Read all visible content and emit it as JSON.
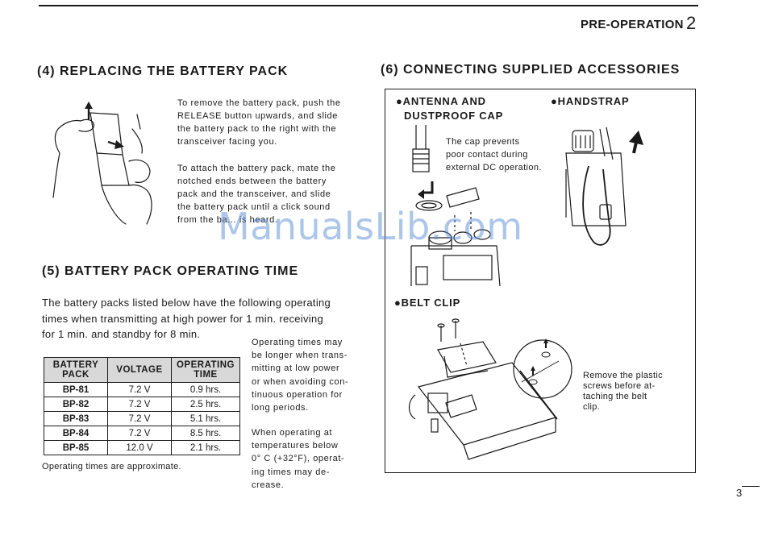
{
  "header": {
    "section_label": "PRE-OPERATION",
    "section_number": "2"
  },
  "section4": {
    "title": "(4) REPLACING THE BATTERY PACK",
    "para1": [
      "To remove the battery pack, push the",
      "RELEASE button upwards, and slide",
      "the battery pack to the right with the",
      "transceiver facing you."
    ],
    "para2": [
      "To attach the battery pack, mate the",
      "notched ends between the battery",
      "pack and the transceiver, and slide",
      "the battery pack until a click sound",
      "from the ba... is heard."
    ]
  },
  "section5": {
    "title": "(5) BATTERY PACK OPERATING TIME",
    "intro": [
      "The battery packs listed below have the following operating",
      "times when transmitting at high power for 1 min. receiving",
      "for 1 min. and standby for 8 min."
    ],
    "table": {
      "headers": [
        [
          "BATTERY",
          "PACK"
        ],
        [
          "VOLTAGE"
        ],
        [
          "OPERATING",
          "TIME"
        ]
      ],
      "rows": [
        [
          "BP-81",
          "7.2 V",
          "0.9 hrs."
        ],
        [
          "BP-82",
          "7.2 V",
          "2.5 hrs."
        ],
        [
          "BP-83",
          "7.2 V",
          "5.1 hrs."
        ],
        [
          "BP-84",
          "7.2 V",
          "8.5 hrs."
        ],
        [
          "BP-85",
          "12.0 V",
          "2.1 hrs."
        ]
      ]
    },
    "footnote": "Operating times are approximate.",
    "note1": [
      "Operating times may",
      "be longer when trans-",
      "mitting at low power",
      "or when avoiding con-",
      "tinuous operation for",
      "long periods."
    ],
    "note2": [
      "When operating at",
      "temperatures below",
      "0° C (+32°F), operat-",
      "ing times may de-",
      "crease."
    ]
  },
  "section6": {
    "title": "(6) CONNECTING SUPPLIED ACCESSORIES",
    "antenna_label": [
      "●ANTENNA AND",
      "DUSTPROOF CAP"
    ],
    "handstrap_label": "●HANDSTRAP",
    "cap_note": [
      "The cap prevents",
      "poor contact during",
      "external DC operation."
    ],
    "beltclip_label": "●BELT CLIP",
    "clip_note": [
      "Remove the plastic",
      "screws before at-",
      "taching the belt",
      "clip."
    ]
  },
  "watermark": "ManualsLib.com",
  "page_number": "3"
}
